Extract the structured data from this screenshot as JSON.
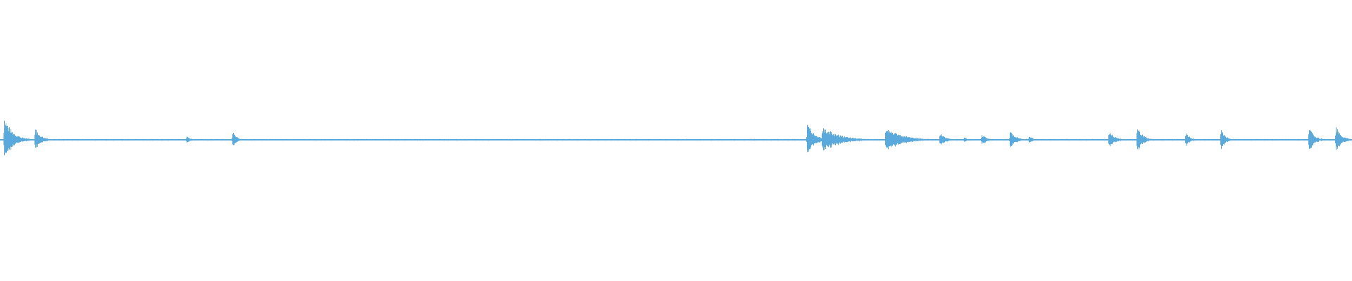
{
  "waveform": {
    "color": "#5aa9dc",
    "background": "#ffffff",
    "transients": [
      {
        "t": 0.003,
        "amp": 0.17,
        "decay": 0.006
      },
      {
        "t": 0.026,
        "amp": 0.09,
        "decay": 0.004
      },
      {
        "t": 0.138,
        "amp": 0.025,
        "decay": 0.003
      },
      {
        "t": 0.172,
        "amp": 0.06,
        "decay": 0.003
      },
      {
        "t": 0.597,
        "amp": 0.13,
        "decay": 0.005
      },
      {
        "t": 0.608,
        "amp": 0.1,
        "decay": 0.012
      },
      {
        "t": 0.655,
        "amp": 0.09,
        "decay": 0.012
      },
      {
        "t": 0.695,
        "amp": 0.05,
        "decay": 0.004
      },
      {
        "t": 0.713,
        "amp": 0.02,
        "decay": 0.002
      },
      {
        "t": 0.726,
        "amp": 0.04,
        "decay": 0.004
      },
      {
        "t": 0.747,
        "amp": 0.07,
        "decay": 0.004
      },
      {
        "t": 0.761,
        "amp": 0.03,
        "decay": 0.003
      },
      {
        "t": 0.82,
        "amp": 0.07,
        "decay": 0.004
      },
      {
        "t": 0.841,
        "amp": 0.1,
        "decay": 0.004
      },
      {
        "t": 0.877,
        "amp": 0.06,
        "decay": 0.003
      },
      {
        "t": 0.903,
        "amp": 0.08,
        "decay": 0.003
      },
      {
        "t": 0.968,
        "amp": 0.09,
        "decay": 0.004
      },
      {
        "t": 0.988,
        "amp": 0.1,
        "decay": 0.004
      }
    ]
  }
}
